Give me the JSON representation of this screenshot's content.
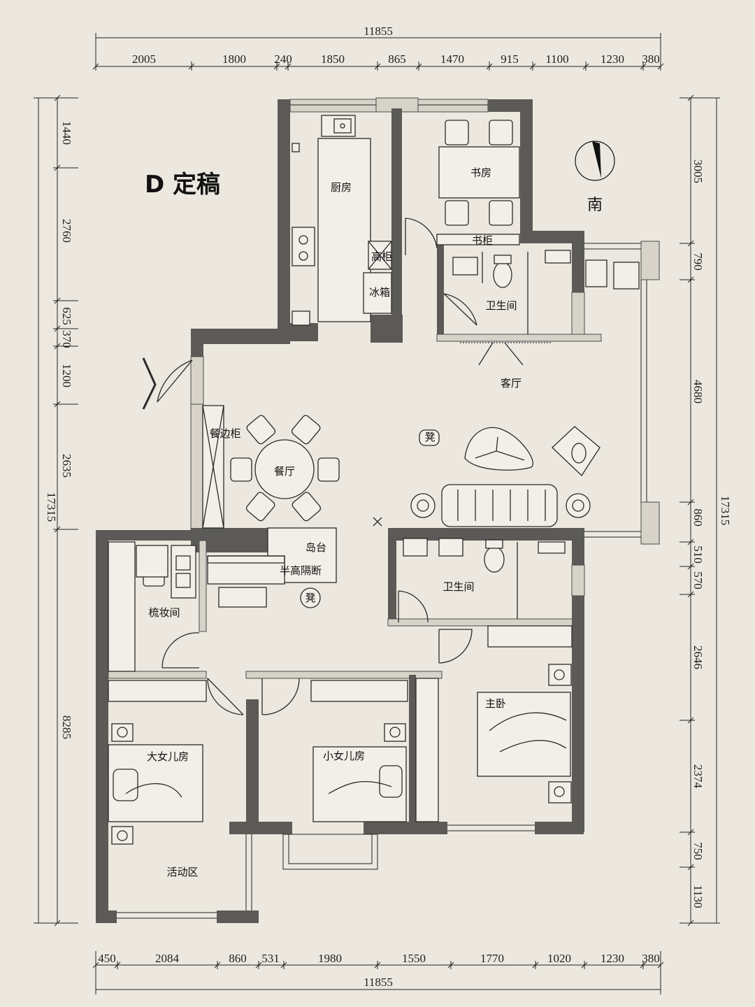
{
  "plan": {
    "title": "D 定稿",
    "orientation": "南",
    "dims": {
      "top_total": "11855",
      "top": [
        "2005",
        "1800",
        "240",
        "1850",
        "865",
        "1470",
        "915",
        "1100",
        "1230",
        "380"
      ],
      "bottom_total": "11855",
      "bottom": [
        "450",
        "2084",
        "860",
        "531",
        "1980",
        "1550",
        "1770",
        "1020",
        "1230",
        "380"
      ],
      "left_total": "17315",
      "left": [
        "1440",
        "2760",
        "625",
        "370",
        "1200",
        "2635",
        "8285"
      ],
      "right_total": "17315",
      "right": [
        "3005",
        "790",
        "4680",
        "860",
        "510",
        "570",
        "2646",
        "2374",
        "750",
        "1130"
      ]
    },
    "rooms": {
      "kitchen": "厨房",
      "tall_cabinet": "高柜",
      "fridge": "冰箱",
      "study": "书房",
      "bookcase": "书柜",
      "bathroom_1": "卫生间",
      "living": "客厅",
      "stool_1": "凳",
      "sideboard": "餐边柜",
      "dining": "餐厅",
      "island": "岛台",
      "half_partition": "半高隔断",
      "stool_2": "凳",
      "bathroom_2": "卫生间",
      "dressing": "梳妆间",
      "master": "主卧",
      "elder_daughter": "大女儿房",
      "younger_daughter": "小女儿房",
      "activity": "活动区"
    }
  }
}
